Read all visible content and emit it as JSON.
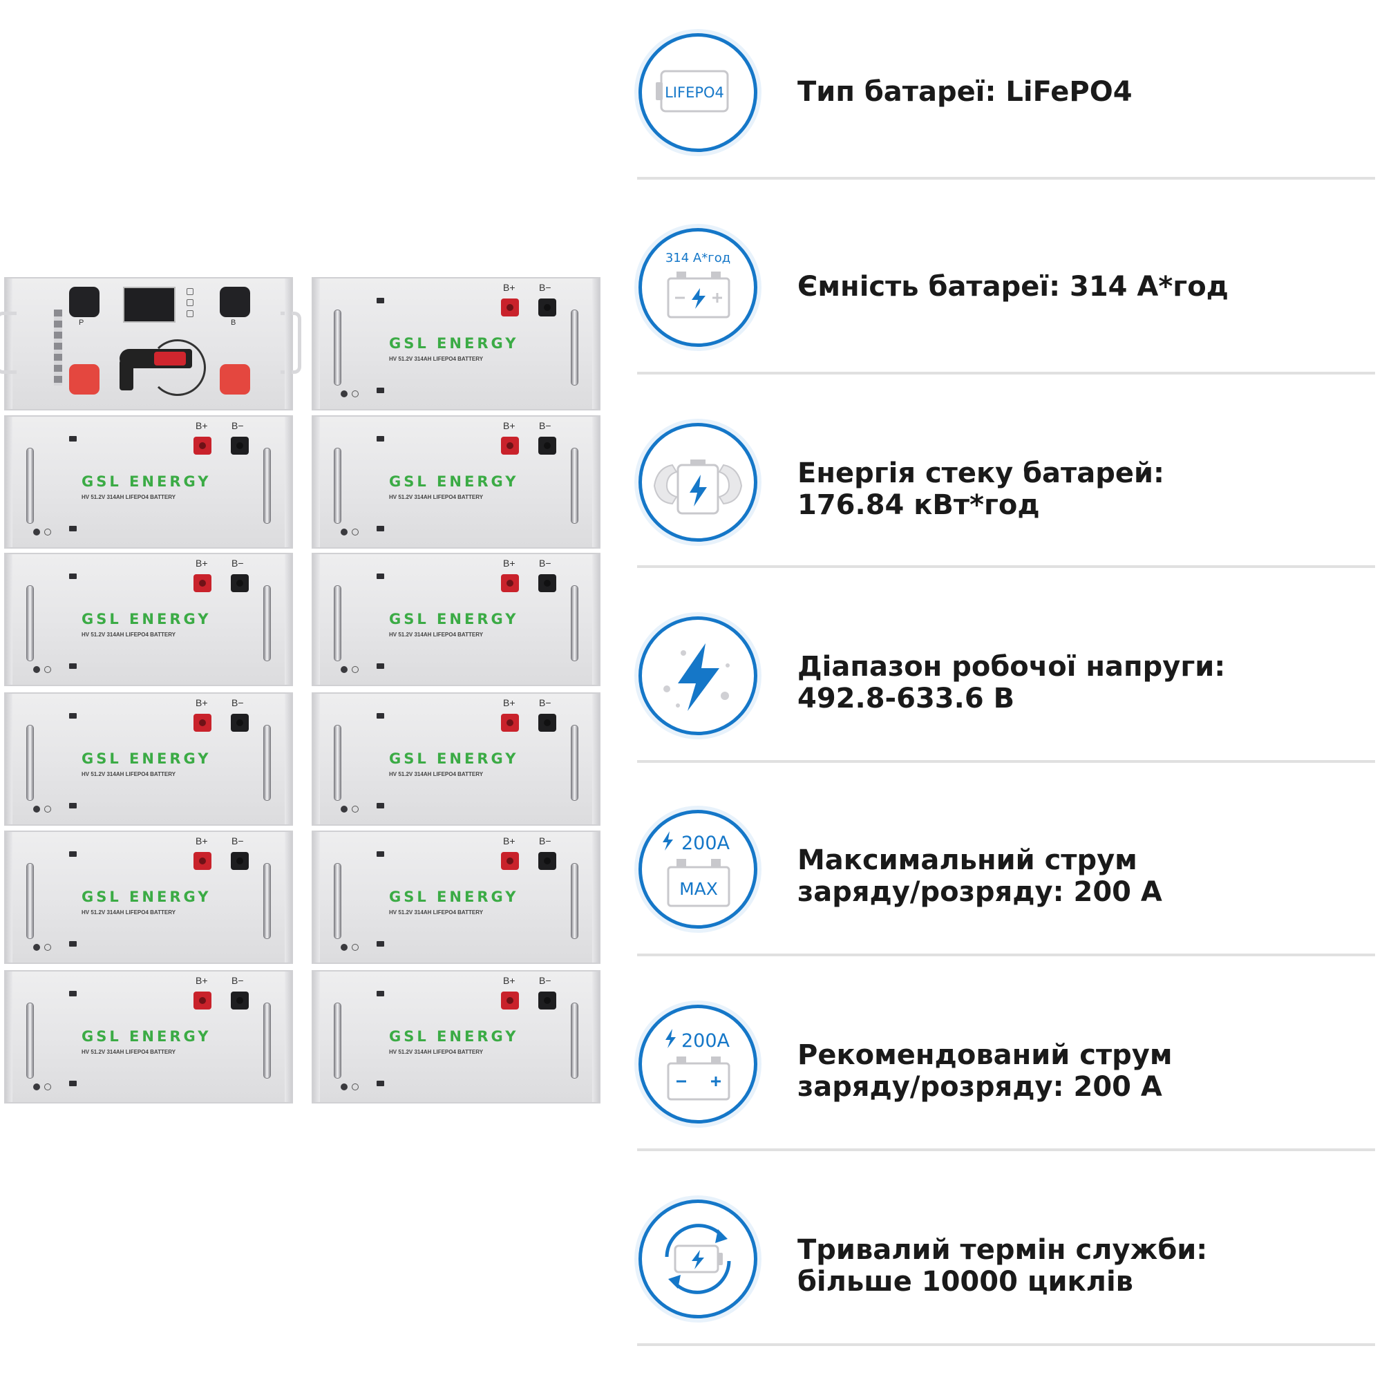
{
  "rack": {
    "module_brand": "GSL ENERGY",
    "module_model": "HV 51.2V 314AH LIFEPO4 BATTERY",
    "term_pos": "B+",
    "term_neg": "B−",
    "controller_pos": "P",
    "controller_neg": "B"
  },
  "specs": [
    {
      "icon": "lifepo4-battery-icon",
      "icon_text": "LIFEPO4",
      "line1": "Тип батареї: LiFePO4",
      "line2": ""
    },
    {
      "icon": "capacity-battery-icon",
      "icon_text": "314 А*год",
      "line1": "Ємність батареї: 314 А*год",
      "line2": ""
    },
    {
      "icon": "strong-battery-icon",
      "icon_text": "",
      "line1": "Енергія стеку батарей:",
      "line2": "176.84 кВт*год"
    },
    {
      "icon": "lightning-icon",
      "icon_text": "",
      "line1": "Діапазон робочої напруги:",
      "line2": "492.8-633.6 В"
    },
    {
      "icon": "max-current-icon",
      "icon_text": "200A",
      "icon_text2": "MAX",
      "line1": "Максимальний струм",
      "line2": "заряду/розряду: 200 А"
    },
    {
      "icon": "recommended-current-icon",
      "icon_text": "200A",
      "line1": "Рекомендований струм",
      "line2": "заряду/розряду: 200 А"
    },
    {
      "icon": "cycle-life-icon",
      "icon_text": "",
      "line1": "Тривалий термін служби:",
      "line2": "більше 10000 циклів"
    }
  ],
  "colors": {
    "accent": "#1577c8",
    "brand_green": "#3bab45",
    "terminal_red": "#c9222b"
  }
}
